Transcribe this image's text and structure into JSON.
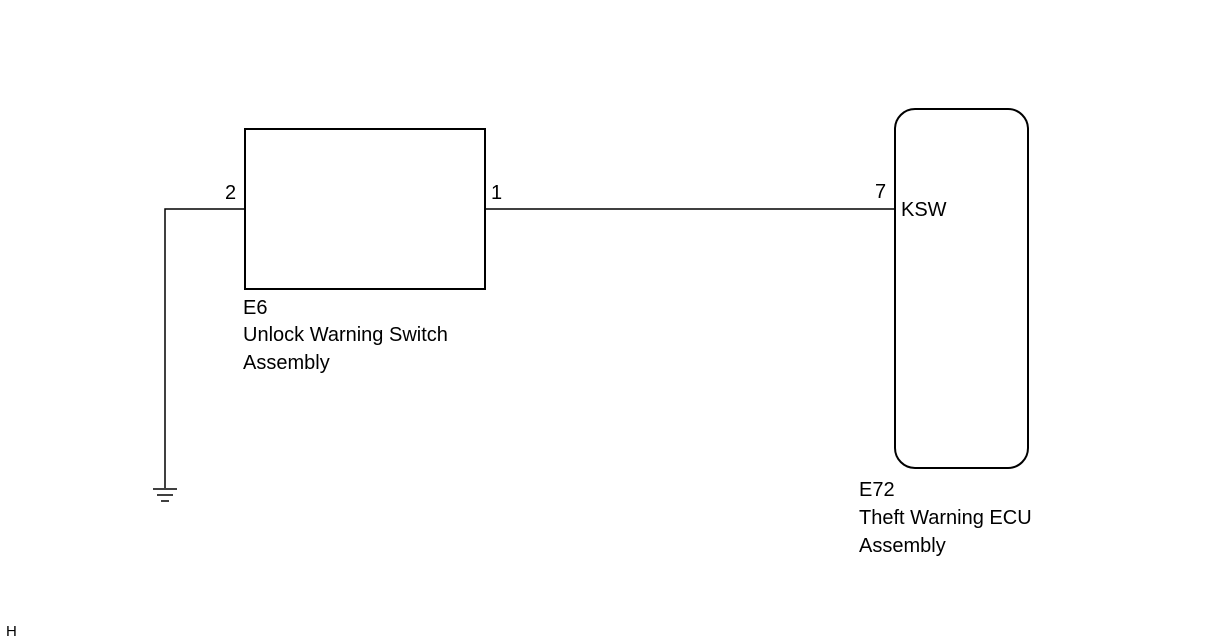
{
  "components": {
    "switch": {
      "code": "E6",
      "name_line1": "Unlock Warning Switch",
      "name_line2": "Assembly",
      "pin_left": "2",
      "pin_right": "1"
    },
    "ecu": {
      "code": "E72",
      "name_line1": "Theft Warning ECU",
      "name_line2": "Assembly",
      "pin": "7",
      "signal": "KSW"
    }
  },
  "corner_mark": "H"
}
